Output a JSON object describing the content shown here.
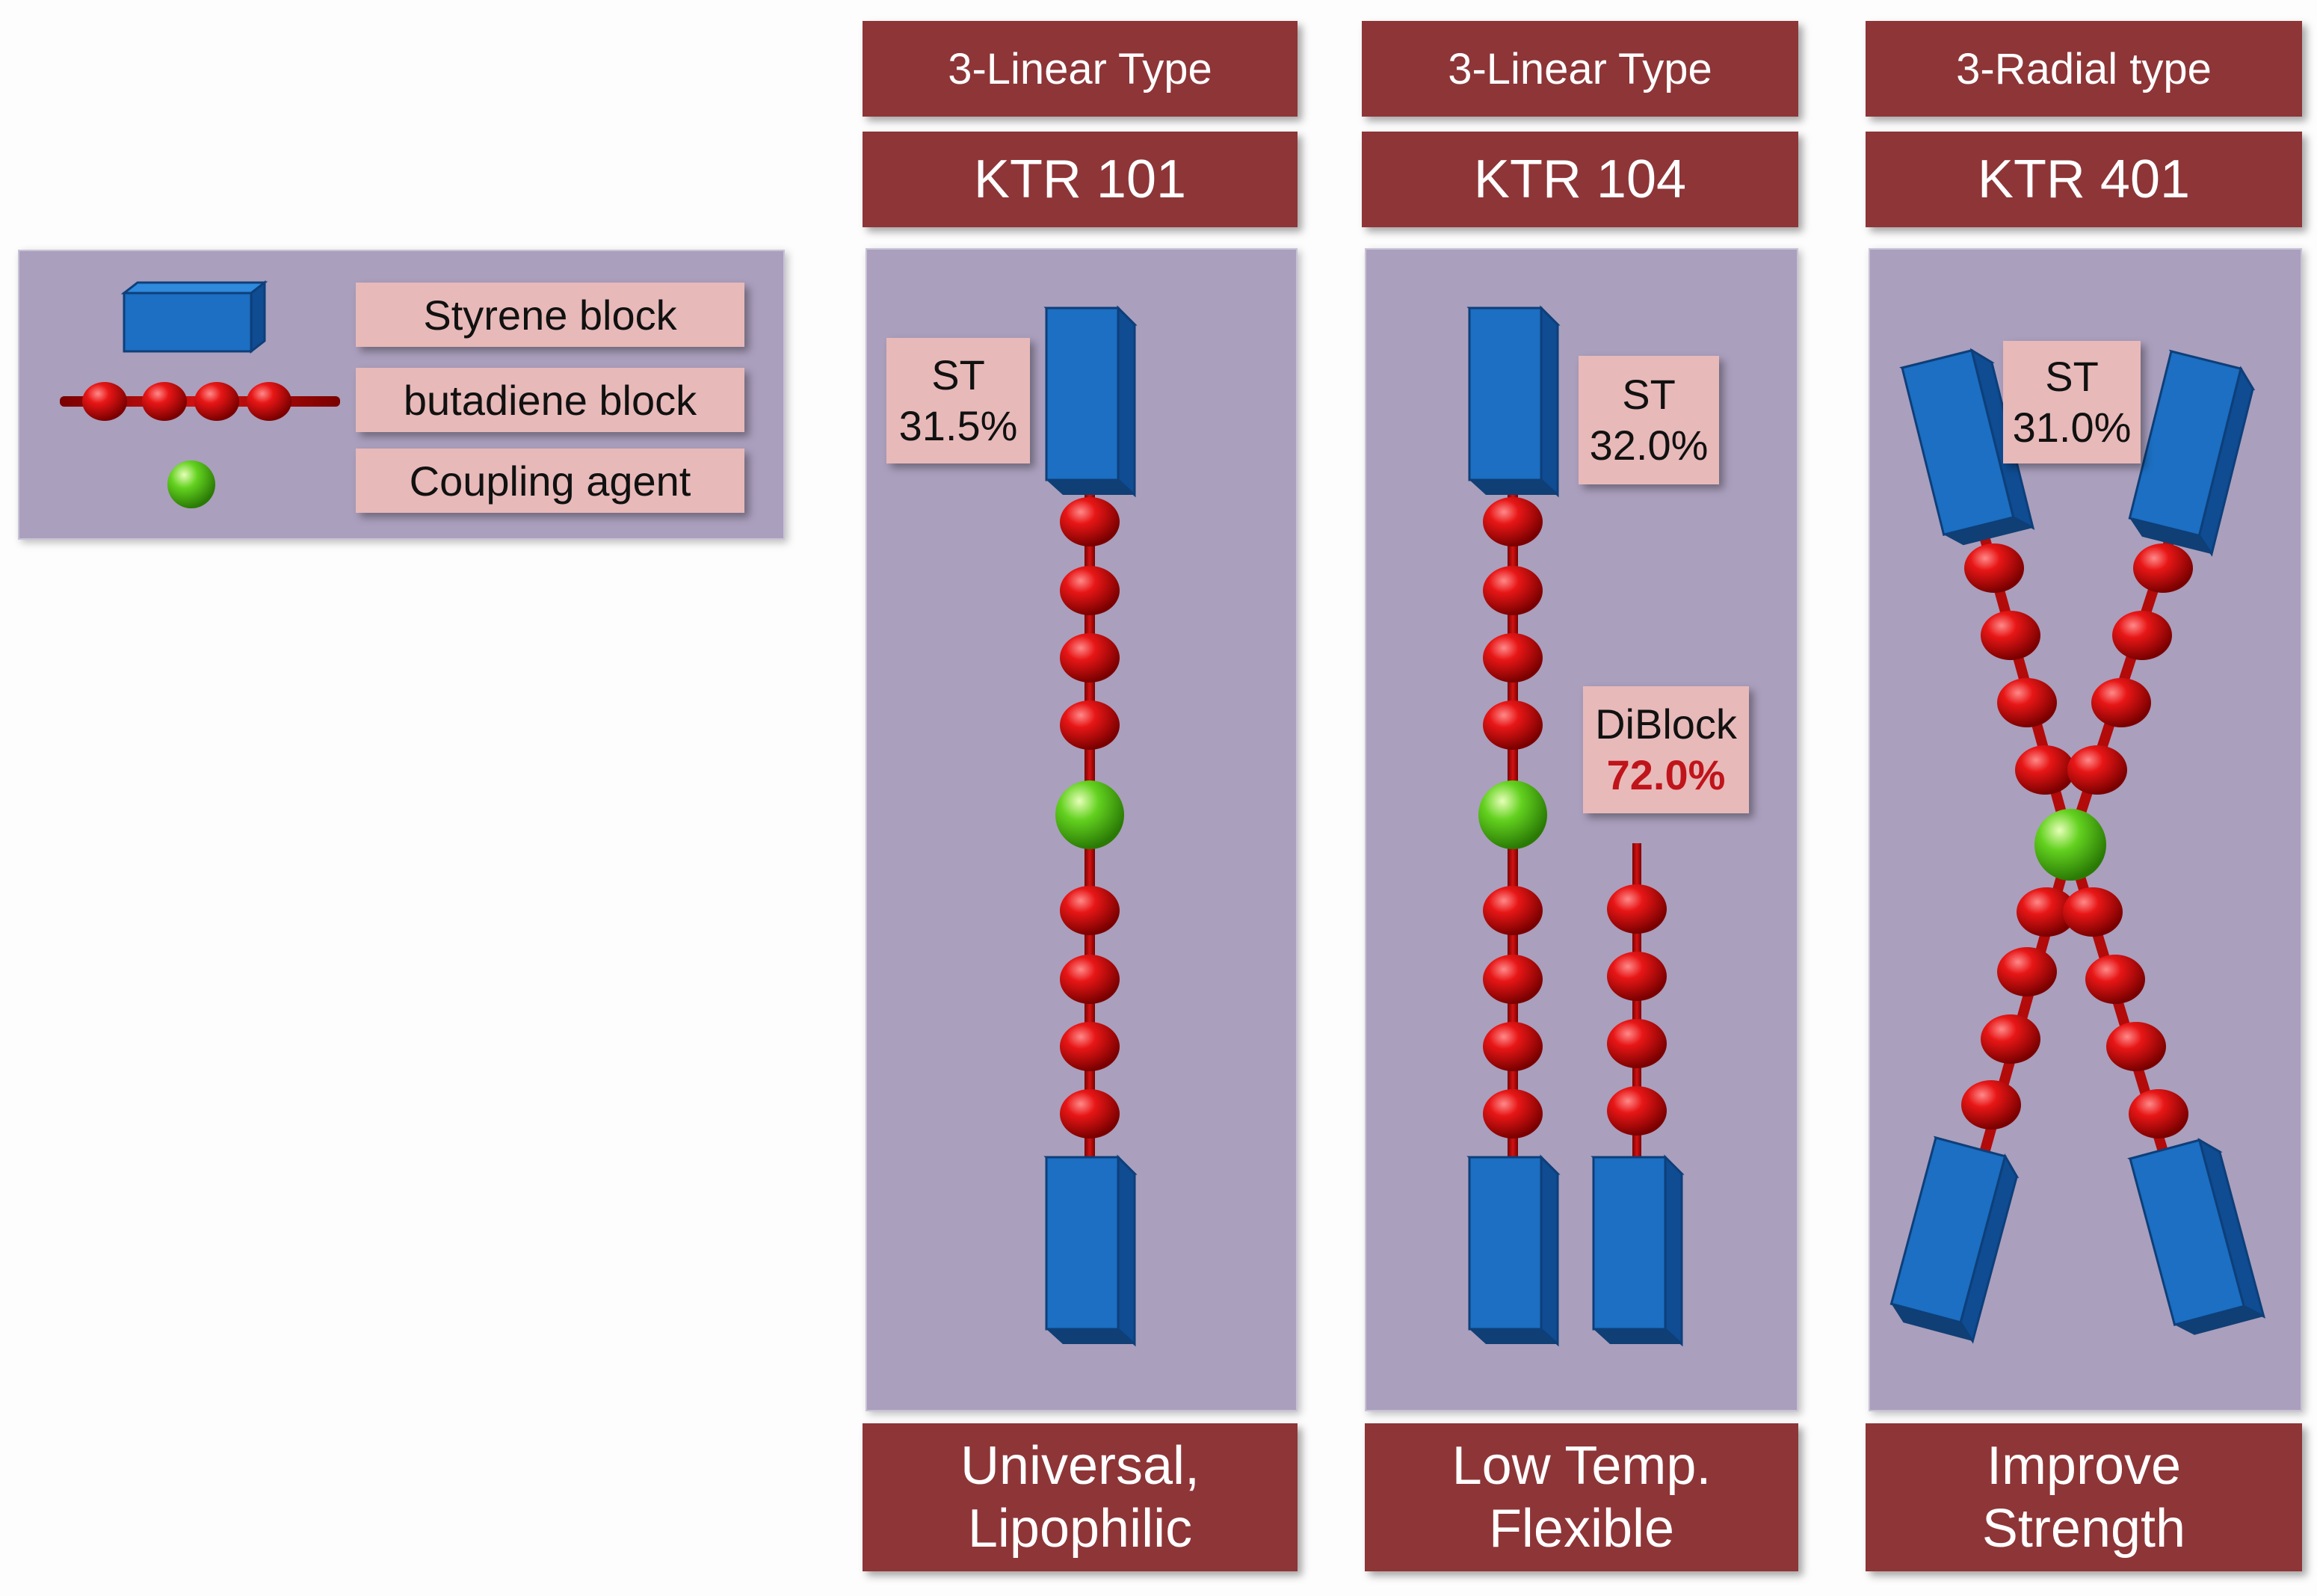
{
  "legend": {
    "styrene": "Styrene block",
    "butadiene": "butadiene block",
    "coupling": "Coupling agent"
  },
  "columns": [
    {
      "type": "3-Linear Type",
      "product": "KTR 101",
      "st_label": "ST",
      "st_value": "31.5%",
      "footer_line1": "Universal,",
      "footer_line2": "Lipophilic"
    },
    {
      "type": "3-Linear Type",
      "product": "KTR 104",
      "st_label": "ST",
      "st_value": "32.0%",
      "diblock_label": "DiBlock",
      "diblock_value": "72.0%",
      "footer_line1": "Low Temp.",
      "footer_line2": "Flexible"
    },
    {
      "type": "3-Radial type",
      "product": "KTR 401",
      "st_label": "ST",
      "st_value": "31.0%",
      "footer_line1": "Improve",
      "footer_line2": "Strength"
    }
  ],
  "colors": {
    "header": "#8e3537",
    "panel": "#aa9fbd",
    "label": "#e8b9b9",
    "styrene": "#1e6fc4",
    "butadiene": "#d10f0f",
    "coupling": "#5cc61e"
  }
}
